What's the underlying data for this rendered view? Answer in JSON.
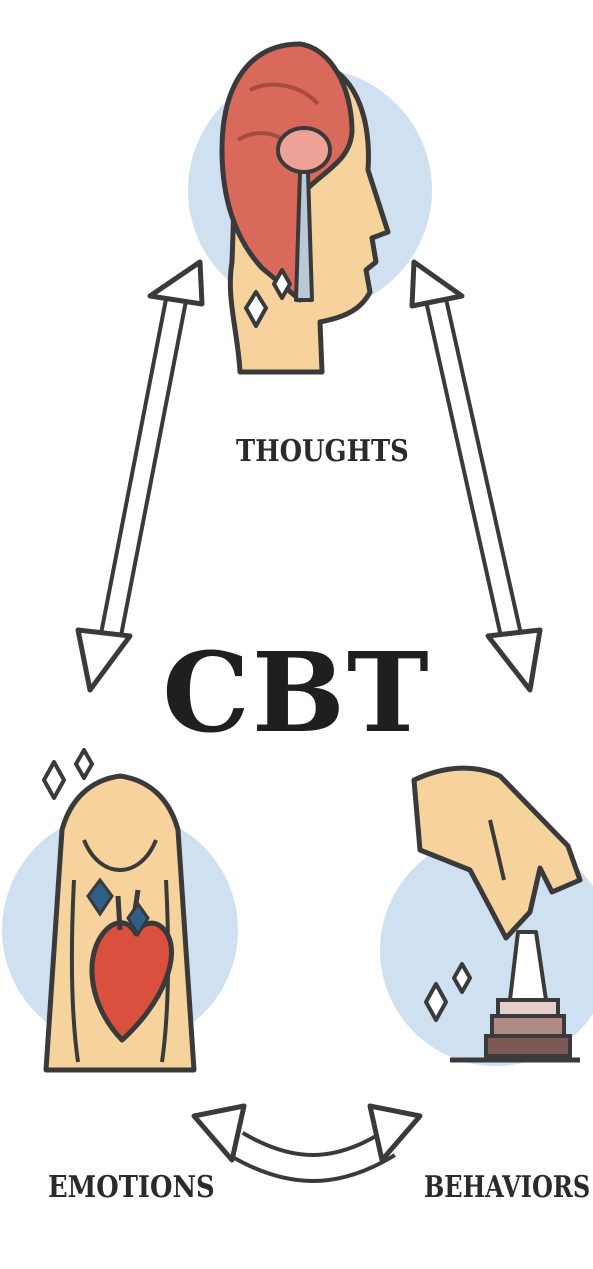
{
  "diagram": {
    "center_label": "CBT",
    "nodes": [
      {
        "id": "thoughts",
        "label": "THOUGHTS",
        "icon": "head-brain-icon"
      },
      {
        "id": "emotions",
        "label": "EMOTIONS",
        "icon": "chest-heart-icon"
      },
      {
        "id": "behaviors",
        "label": "BEHAVIORS",
        "icon": "hand-chess-piece-icon"
      }
    ],
    "edges": [
      {
        "from": "thoughts",
        "to": "emotions",
        "style": "double-headed-arrow"
      },
      {
        "from": "thoughts",
        "to": "behaviors",
        "style": "double-headed-arrow"
      },
      {
        "from": "emotions",
        "to": "behaviors",
        "style": "double-headed-arrow"
      }
    ]
  },
  "colors": {
    "circle_bg": "#cfe0f0",
    "skin": "#f6d39c",
    "brain_red": "#d9695a",
    "heart_red": "#d9503f",
    "gem_blue": "#2f5f86",
    "outline": "#3a3a3a",
    "text": "#2a2a2a"
  }
}
